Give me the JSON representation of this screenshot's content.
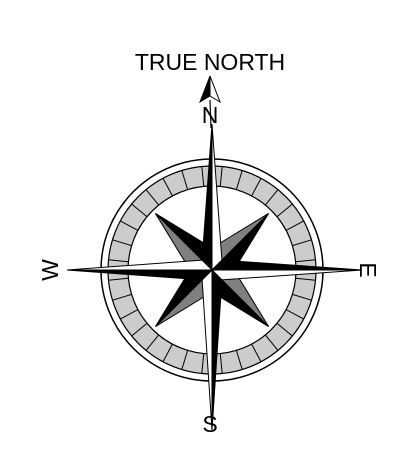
{
  "title": "TRUE NORTH",
  "directions": {
    "north": "N",
    "east": "E",
    "south": "S",
    "west": "W"
  },
  "ring": {
    "segments": 32
  },
  "colors": {
    "line": "#000000",
    "background": "#ffffff",
    "ring_fill": "#cccccc",
    "point_dark": "#000000",
    "point_mid": "#808080",
    "point_light": "#cfcfcf"
  }
}
